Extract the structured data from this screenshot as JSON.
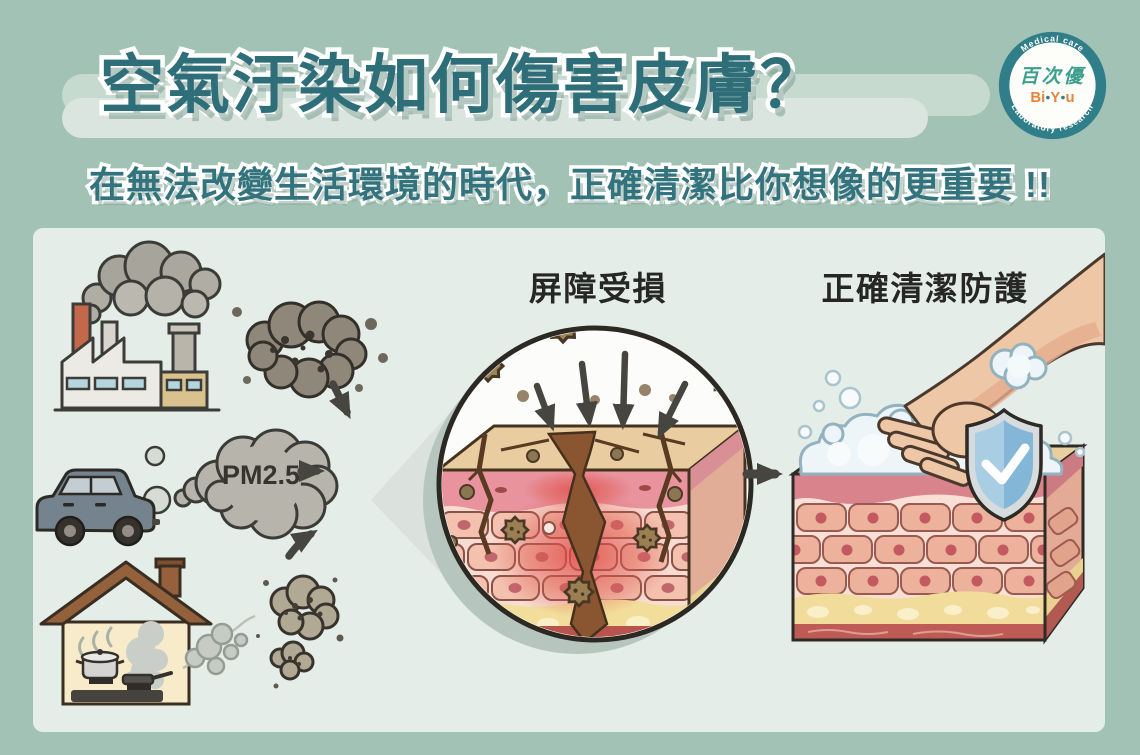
{
  "page": {
    "background_color": "#a1c2b4",
    "panel_background": "#e4ede8"
  },
  "header": {
    "title": "空氣汙染如何傷害皮膚？",
    "title_color": "#2d6e79",
    "subtitle": "在無法改變生活環境的時代，正確清潔比你想像的更重要 !!",
    "subtitle_color": "#33737d"
  },
  "logo": {
    "arc_top": "Medical care",
    "arc_bottom": "Laboratory research",
    "name_zh": "百次優",
    "ring_color": "#2f7e89",
    "brand_parts": [
      {
        "text": "Bi",
        "color": "#e7843a"
      },
      {
        "text": "●",
        "color": "#2f7e89"
      },
      {
        "text": "Y",
        "color": "#e7843a"
      },
      {
        "text": "●",
        "color": "#2f7e89"
      },
      {
        "text": "u",
        "color": "#e7843a"
      }
    ]
  },
  "diagram": {
    "pm25_label": "PM2.5",
    "damage_label": "屏障受損",
    "protect_label": "正確清潔防護",
    "pollution_source_icons": [
      "factory-icon",
      "smog-cloud-icon",
      "car-exhaust-icon",
      "house-cooking-icon"
    ],
    "accent_colors": {
      "smog_gray": "#8e877a",
      "skin_cell_pink": "#edb29c",
      "inflammation_red": "#e04848",
      "fat_yellow": "#f1dc9b",
      "shield_blue": "#84b6d7",
      "foam_white": "#eef5f8"
    }
  }
}
